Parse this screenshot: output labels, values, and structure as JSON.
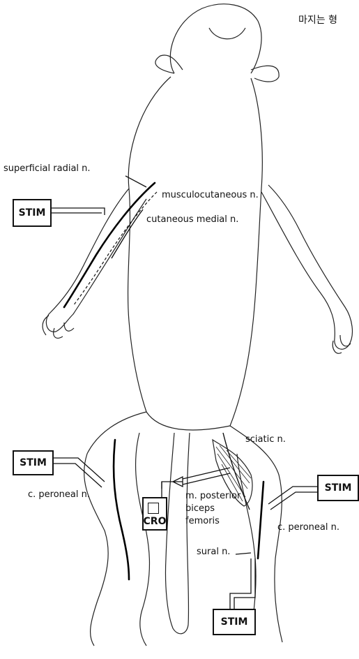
{
  "header": {
    "corner_text": "마지는 형"
  },
  "labels": {
    "superficial_radial": "superficial radial n.",
    "musculocutaneous": "musculocutaneous n.",
    "cutaneous_medial": "cutaneous medial n.",
    "sciatic": "sciatic n.",
    "m_posterior": "m. posterior",
    "biceps": "biceps",
    "femoris": "femoris",
    "sural": "sural n.",
    "c_peroneal_left": "c. peroneal n.",
    "c_peroneal_right": "c. peroneal n."
  },
  "boxes": {
    "stim_forelimb": "STIM",
    "stim_left_hind": "STIM",
    "stim_right_hind": "STIM",
    "stim_sural": "STIM",
    "cro": "CRO"
  }
}
